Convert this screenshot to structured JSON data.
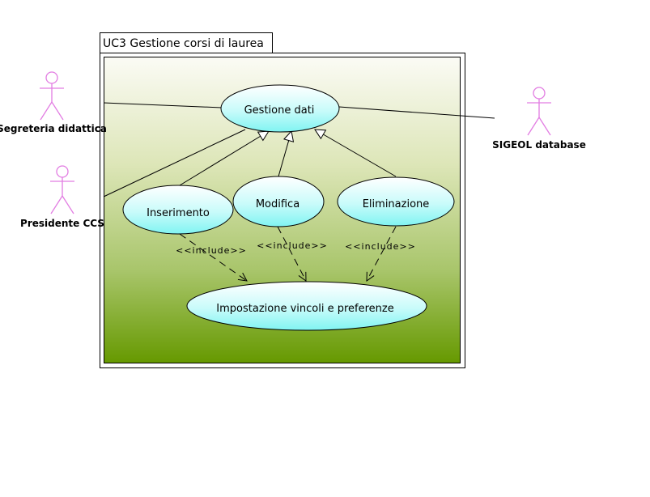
{
  "package": {
    "title": "UC3 Gestione corsi di laurea"
  },
  "actors": {
    "segreteria": "Segreteria didattica",
    "presidente": "Presidente CCS",
    "sigeol": "SIGEOL database"
  },
  "use_cases": {
    "gestione_dati": "Gestione dati",
    "inserimento": "Inserimento",
    "modifica": "Modifica",
    "eliminazione": "Eliminazione",
    "impostazione": "Impostazione vincoli e preferenze"
  },
  "relations": {
    "include_stereotype": "<<include>>"
  },
  "colors": {
    "actor_stroke": "#e27de2",
    "usecase_fill_top": "#ffffff",
    "usecase_fill_bottom": "#80f4f2",
    "package_bg_top": "#fbfbf5",
    "package_bg_bottom": "#669900"
  }
}
